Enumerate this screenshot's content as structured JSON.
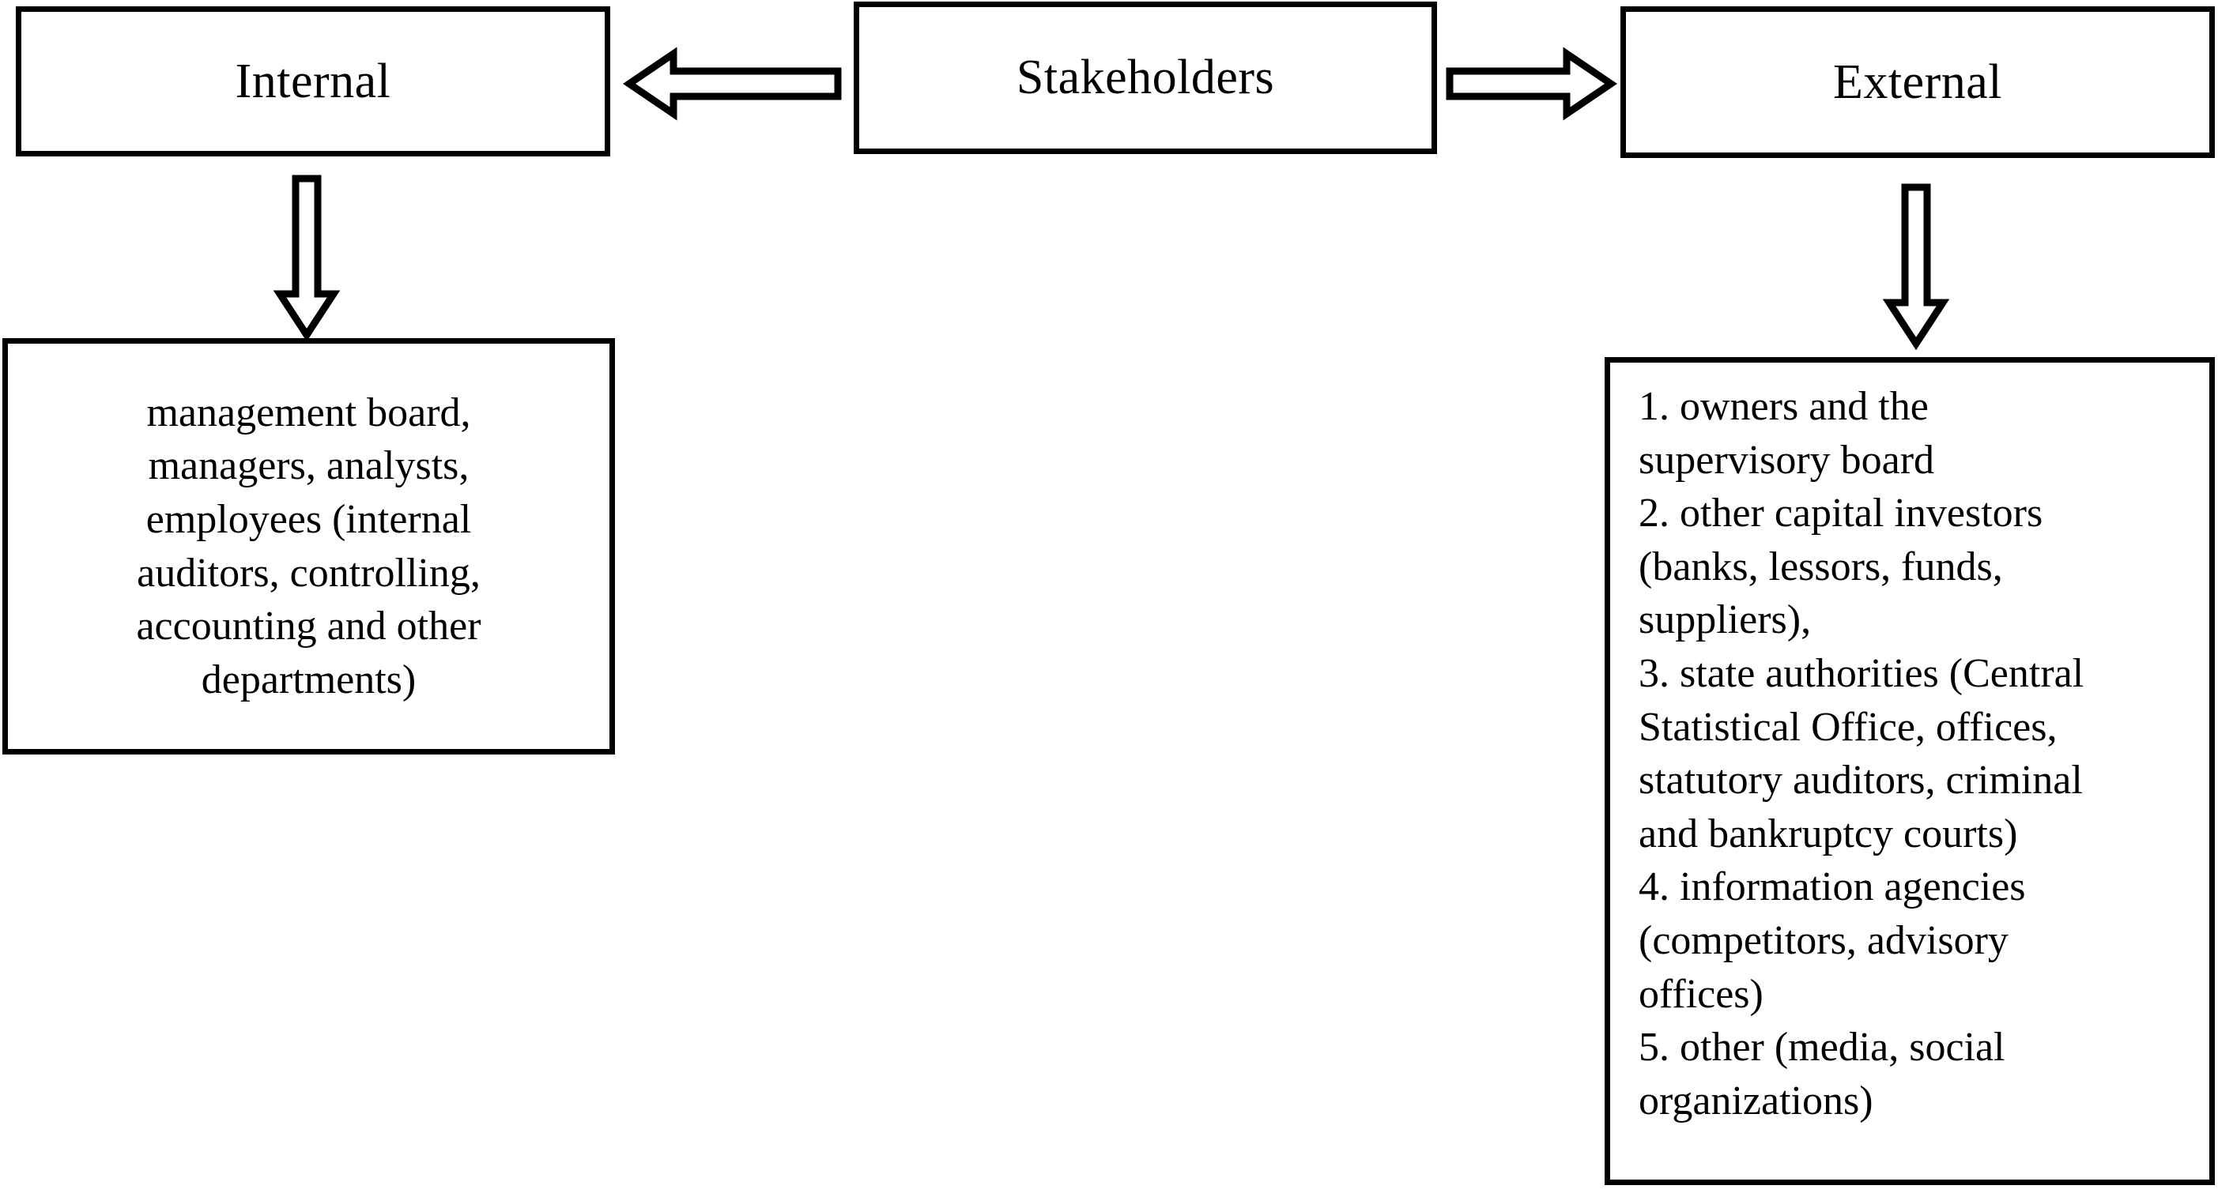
{
  "diagram": {
    "title_node": {
      "label": "Stakeholders"
    },
    "branches": [
      {
        "key": "internal",
        "label": "Internal",
        "detail": "management board,\nmanagers, analysts,\nemployees (internal\nauditors, controlling,\naccounting and other\ndepartments)"
      },
      {
        "key": "external",
        "label": "External",
        "detail": "1. owners and the\nsupervisory board\n2. other capital investors\n(banks, lessors, funds,\nsuppliers),\n3. state authorities (Central\nStatistical Office, offices,\nstatutory auditors, criminal\nand bankruptcy courts)\n4. information agencies\n(competitors, advisory\noffices)\n5. other (media, social\norganizations)"
      }
    ],
    "connectors": [
      {
        "key": "stakeholders-to-internal",
        "direction": "left"
      },
      {
        "key": "stakeholders-to-external",
        "direction": "right"
      },
      {
        "key": "internal-to-detail",
        "direction": "down"
      },
      {
        "key": "external-to-detail",
        "direction": "down"
      }
    ],
    "colors": {
      "stroke": "#000000",
      "fill": "#ffffff",
      "background": "#ffffff"
    }
  }
}
